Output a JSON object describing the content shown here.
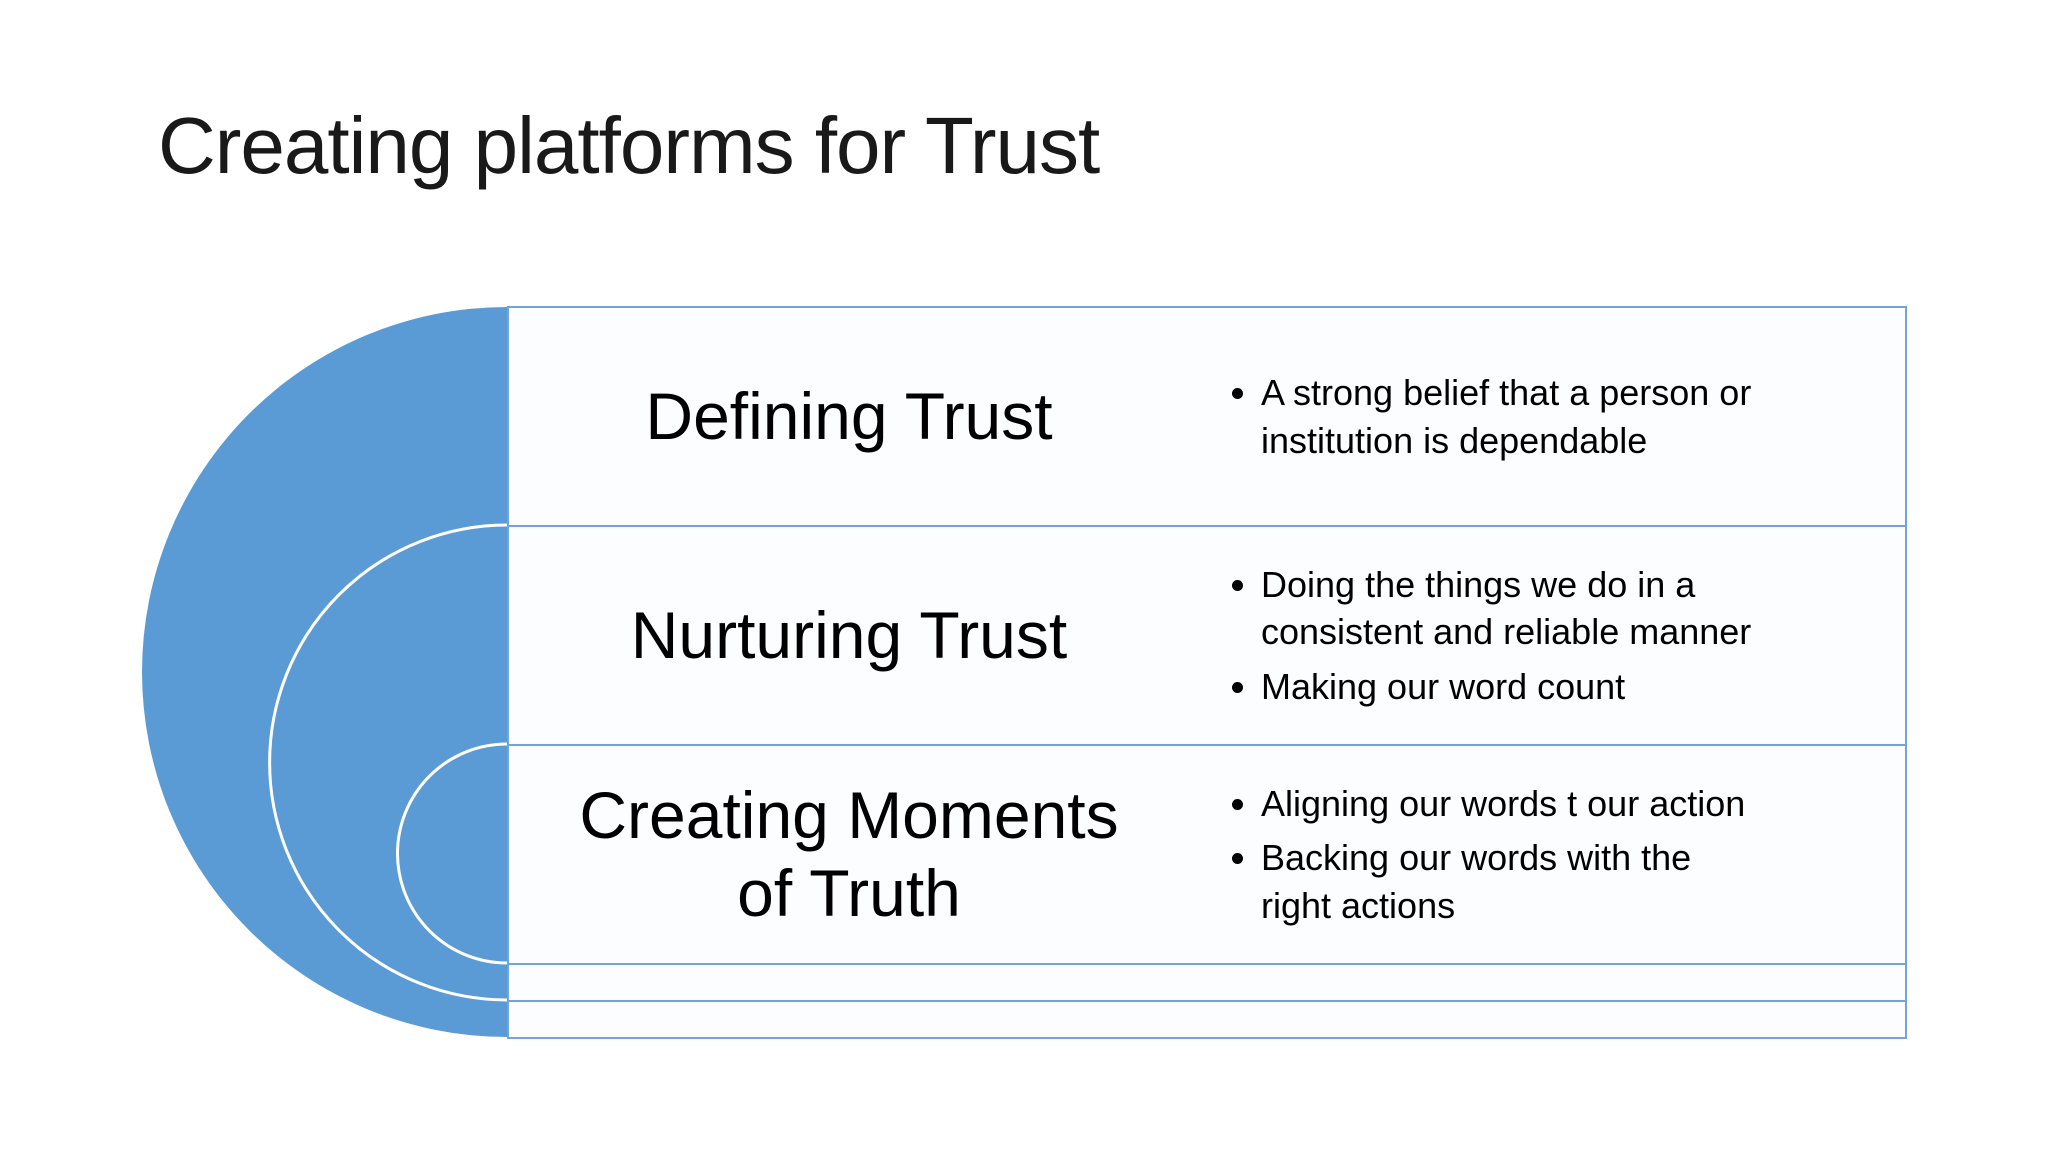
{
  "slide": {
    "title": "Creating platforms for Trust",
    "diagram": {
      "type": "nested-semicircle-list",
      "rows": [
        {
          "heading": "Defining Trust",
          "bullets": [
            "A strong belief that a person or\ninstitution is dependable"
          ]
        },
        {
          "heading": "Nurturing Trust",
          "bullets": [
            "Doing the things we do in a\nconsistent and reliable manner",
            "Making our word count"
          ]
        },
        {
          "heading": "Creating Moments\nof Truth",
          "bullets": [
            "Aligning our words t our action",
            "Backing our words with the\nright actions"
          ]
        }
      ],
      "empty_row_count": 2,
      "colors": {
        "accent_fill": "#5B9BD5",
        "arc_stroke": "#FFFFFF",
        "row_border": "#74A4D6",
        "row_background": "#FCFDFE",
        "text": "#000000"
      }
    }
  }
}
